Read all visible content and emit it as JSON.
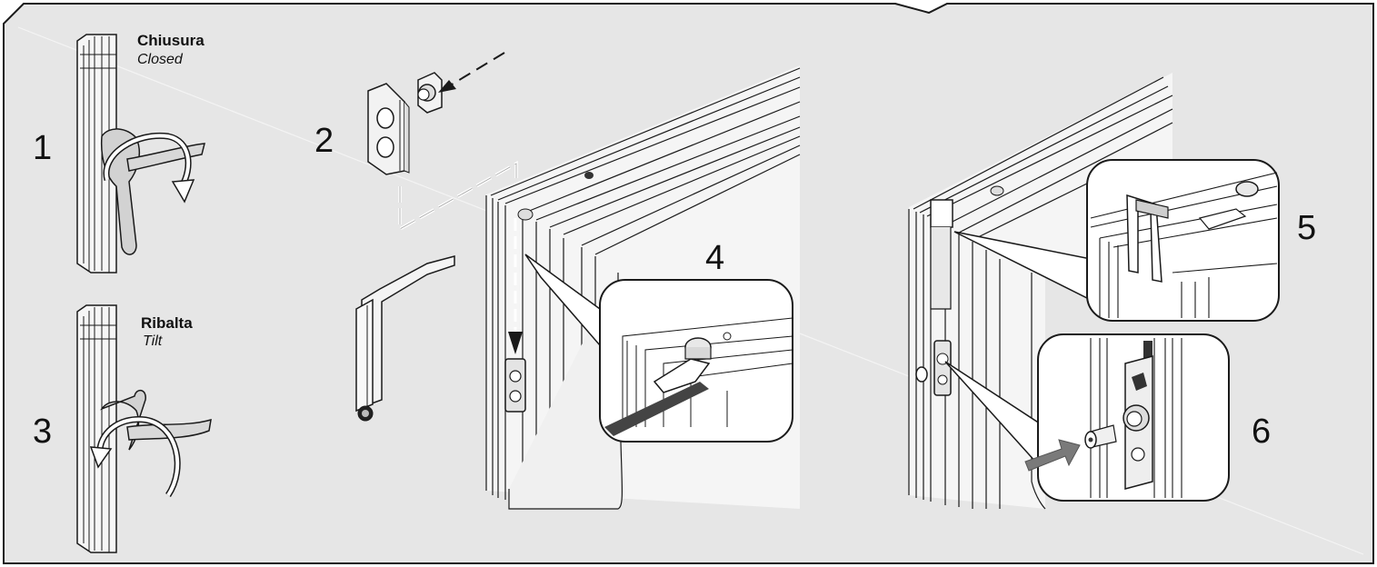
{
  "colors": {
    "panel": "#e6e6e6",
    "outline": "#1a1a1a",
    "inset": "#ffffff",
    "arrow": "#7a7a7a"
  },
  "steps": [
    {
      "number": "1",
      "title": "Chiusura",
      "subtitle": "Closed"
    },
    {
      "number": "2"
    },
    {
      "number": "3",
      "title": "Ribalta",
      "subtitle": "Tilt"
    },
    {
      "number": "4"
    },
    {
      "number": "5"
    },
    {
      "number": "6"
    }
  ]
}
